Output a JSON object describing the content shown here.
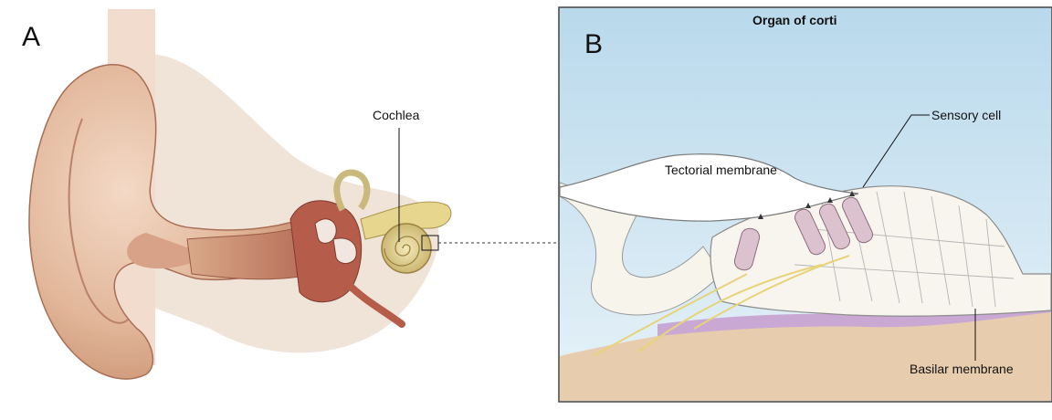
{
  "panel_a": {
    "letter": "A",
    "labels": {
      "cochlea": "Cochlea"
    }
  },
  "panel_b": {
    "letter": "B",
    "title": "Organ of corti",
    "labels": {
      "sensory_cell": "Sensory cell",
      "tectorial_membrane": "Tectorial membrane",
      "basilar_membrane": "Basilar membrane"
    }
  }
}
